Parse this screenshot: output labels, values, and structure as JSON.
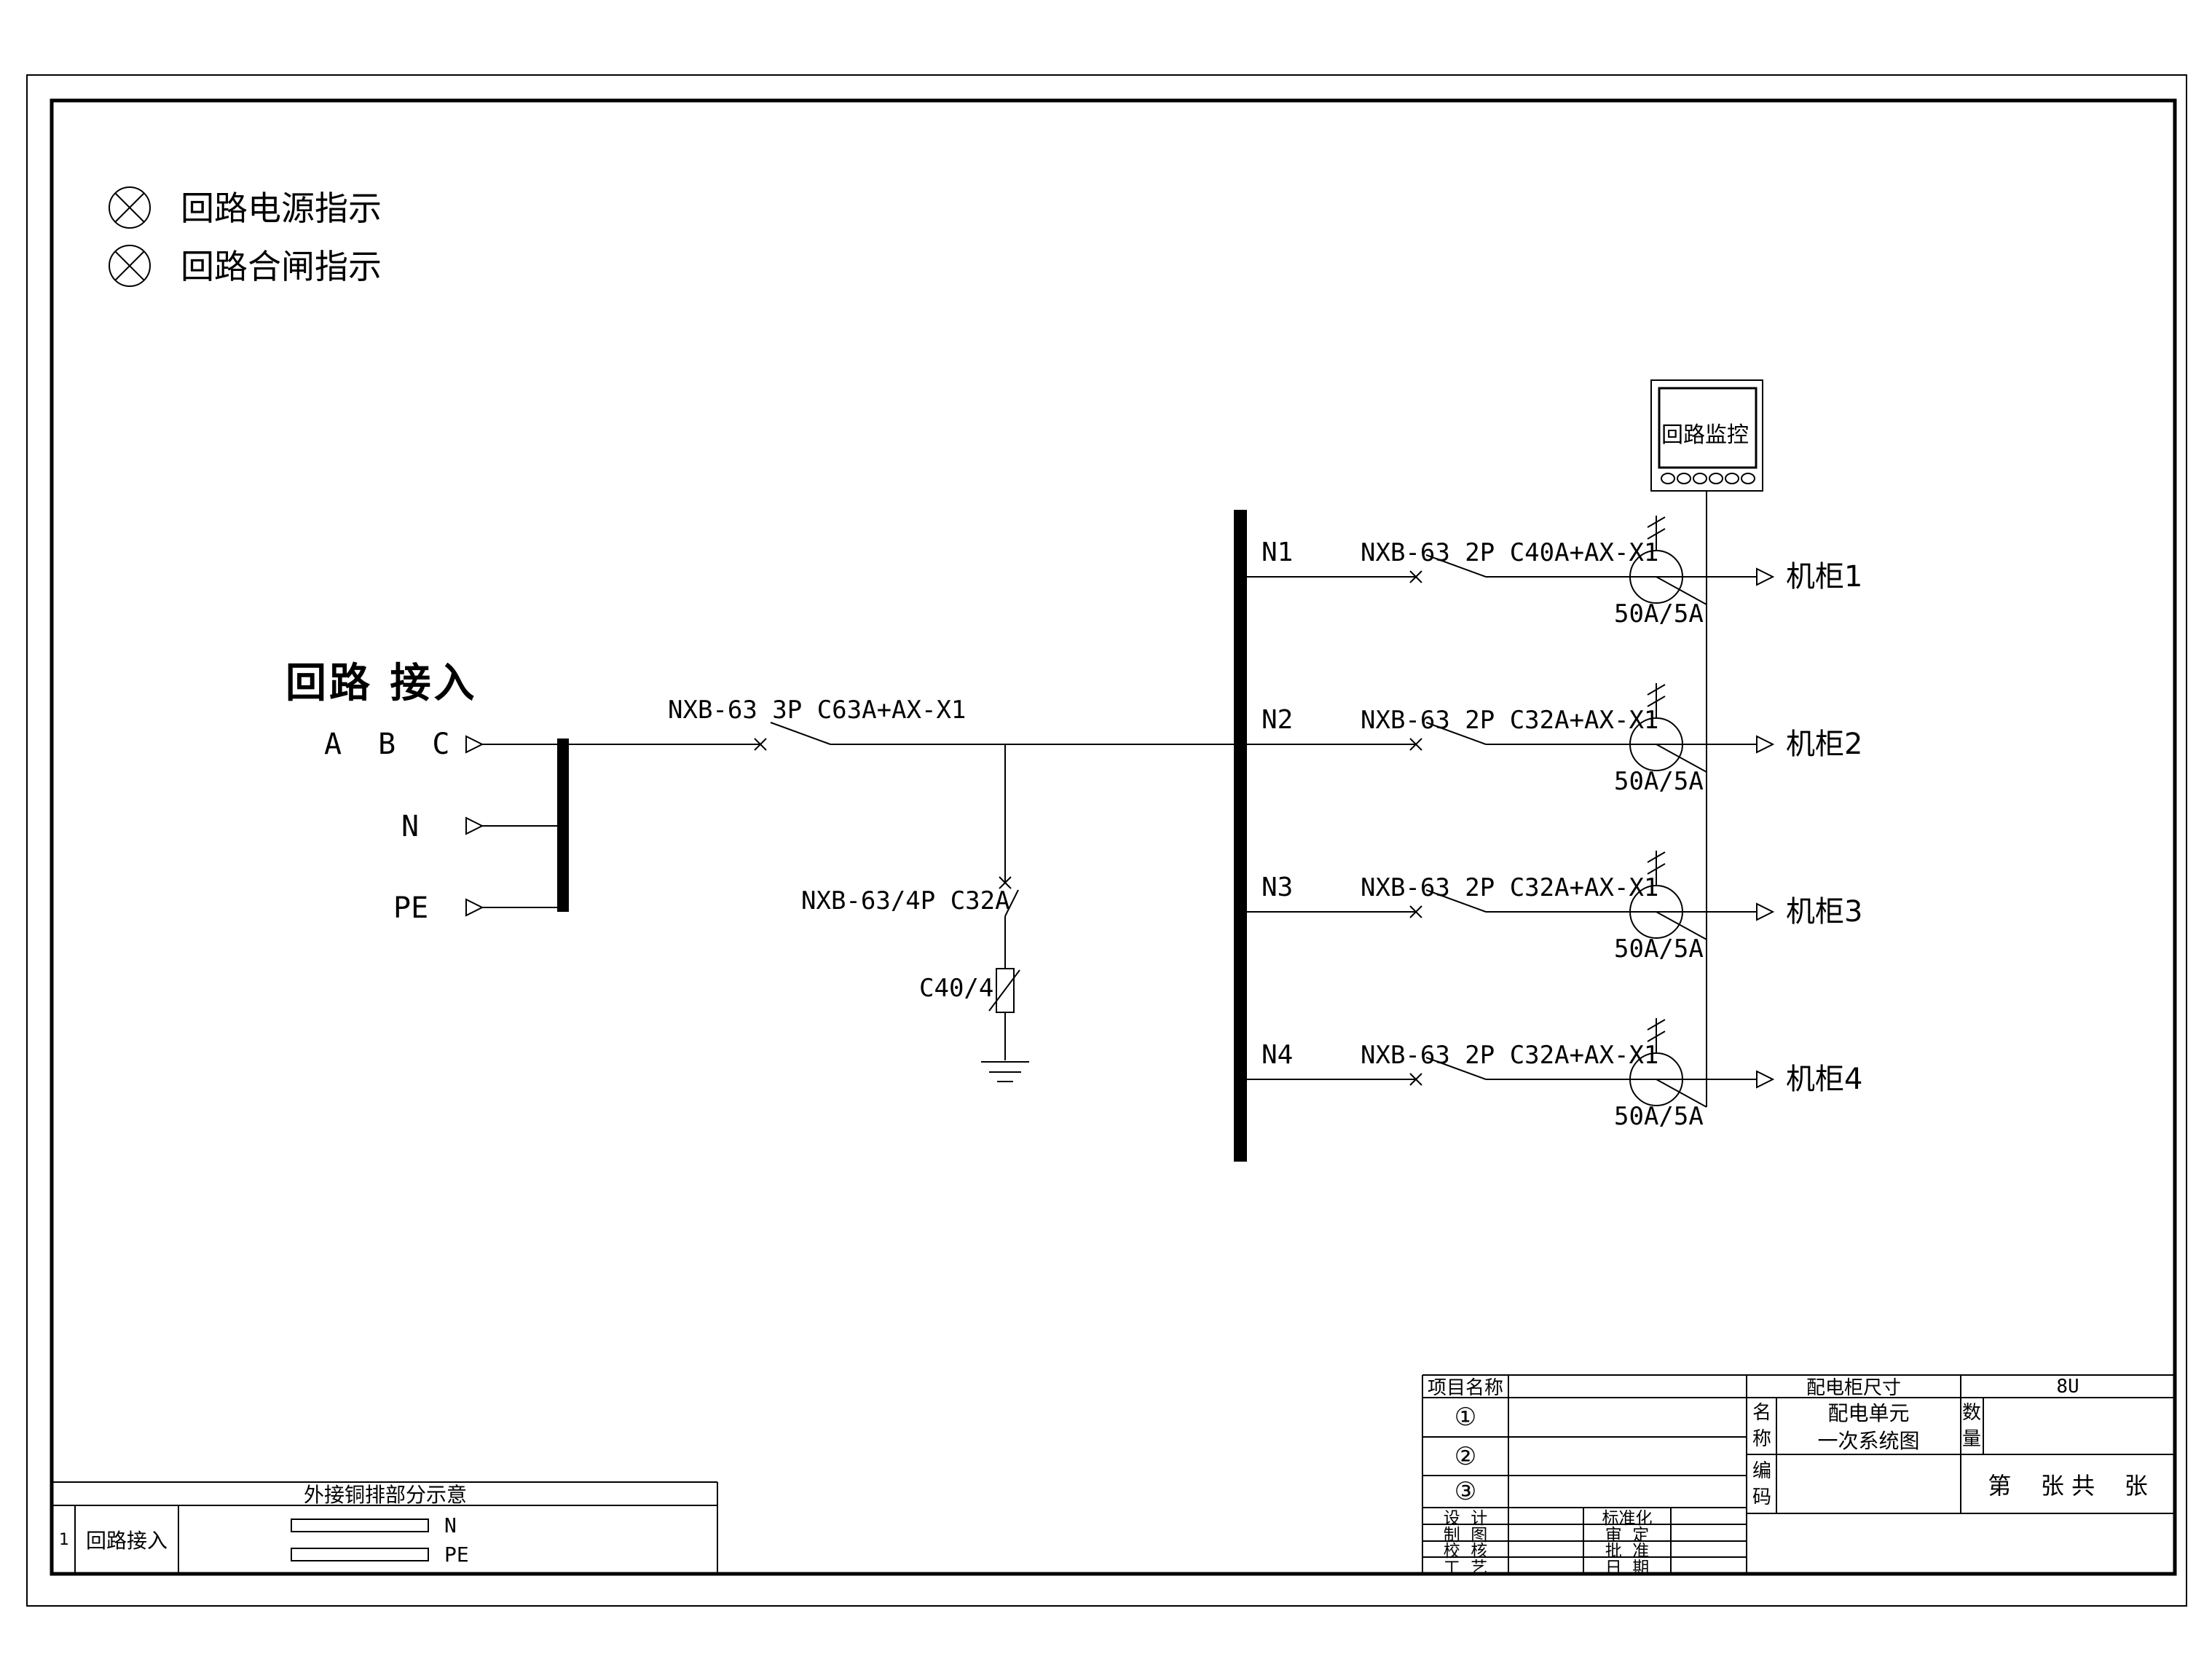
{
  "colors": {
    "line": "#000000",
    "background": "#ffffff"
  },
  "legend_lamps": [
    {
      "label": "回路电源指示"
    },
    {
      "label": "回路合闸指示"
    }
  ],
  "incoming": {
    "title": "回路 接入",
    "phase_label": "A B C",
    "neutral_label": "N",
    "pe_label": "PE",
    "main_breaker_label": "NXB-63 3P C63A+AX-X1"
  },
  "spd": {
    "breaker_label": "NXB-63/4P C32A",
    "device_label": "C40/4"
  },
  "monitor": {
    "label": "回路监控"
  },
  "branches": [
    {
      "id": "N1",
      "breaker": "NXB-63 2P C40A+AX-X1",
      "ct": "50A/5A",
      "load": "机柜1"
    },
    {
      "id": "N2",
      "breaker": "NXB-63 2P C32A+AX-X1",
      "ct": "50A/5A",
      "load": "机柜2"
    },
    {
      "id": "N3",
      "breaker": "NXB-63 2P C32A+AX-X1",
      "ct": "50A/5A",
      "load": "机柜3"
    },
    {
      "id": "N4",
      "breaker": "NXB-63 2P C32A+AX-X1",
      "ct": "50A/5A",
      "load": "机柜4"
    }
  ],
  "bottom_legend": {
    "title": "外接铜排部分示意",
    "row_no": "1",
    "row_label": "回路接入",
    "bars": [
      {
        "label": "N"
      },
      {
        "label": "PE"
      }
    ]
  },
  "title_block": {
    "project_label": "项目名称",
    "rows": [
      "①",
      "②",
      "③"
    ],
    "sign_rows": [
      {
        "left": "设  计",
        "right": "标准化"
      },
      {
        "left": "制  图",
        "right": "审  定"
      },
      {
        "left": "校  核",
        "right": "批  准"
      },
      {
        "left": "工  艺",
        "right": "日  期"
      }
    ],
    "cabinet_size_label": "配电柜尺寸",
    "cabinet_size_value": "8U",
    "name_label": "名称",
    "name_value_line1": "配电单元",
    "name_value_line2": "一次系统图",
    "qty_label": "数量",
    "code_label": "编码",
    "sheet_label": "第    张 共    张"
  }
}
